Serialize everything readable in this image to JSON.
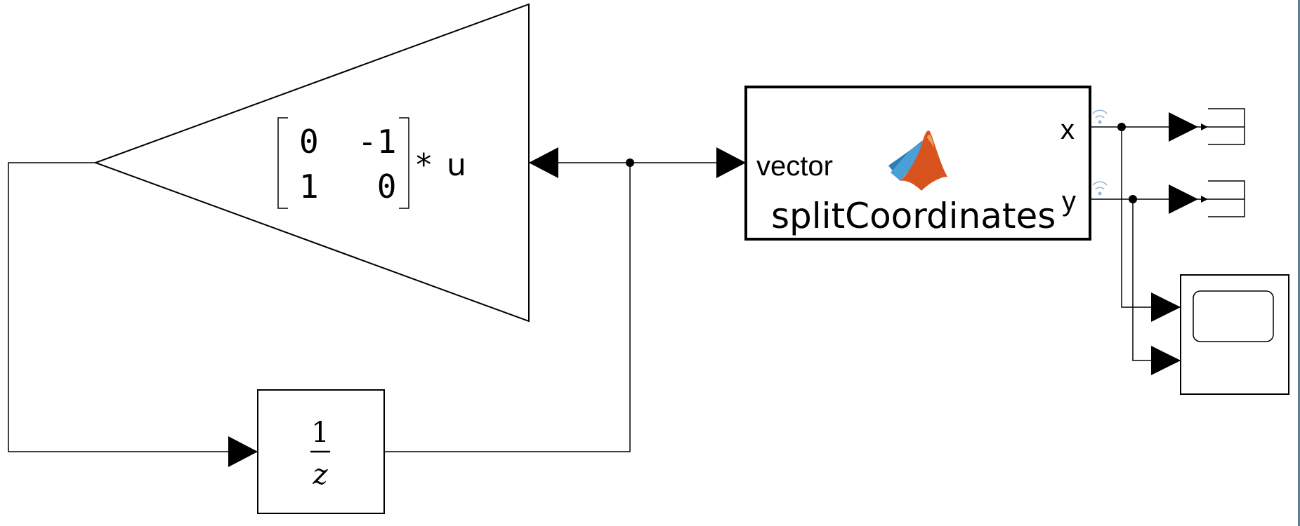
{
  "gain_block": {
    "matrix_row1": "0  -1",
    "matrix_row2": "1   0",
    "operator": "*",
    "input_symbol": "u"
  },
  "delay_block": {
    "numerator": "1",
    "denominator": "z"
  },
  "function_block": {
    "name": "splitCoordinates",
    "input_port_label": "vector",
    "output_port_x_label": "x",
    "output_port_y_label": "y",
    "icon": "matlab-logo-icon"
  },
  "terminators": [
    "terminator-icon",
    "terminator-icon"
  ],
  "scope_block": {
    "icon": "scope-screen-icon",
    "input_count": 2
  },
  "colors": {
    "line": "#000000",
    "logging_indicator": "#9ab3d6",
    "canvas_edge": "#5b7f95",
    "matlab_orange": "#d9531e",
    "matlab_blue": "#2e7fb8"
  }
}
